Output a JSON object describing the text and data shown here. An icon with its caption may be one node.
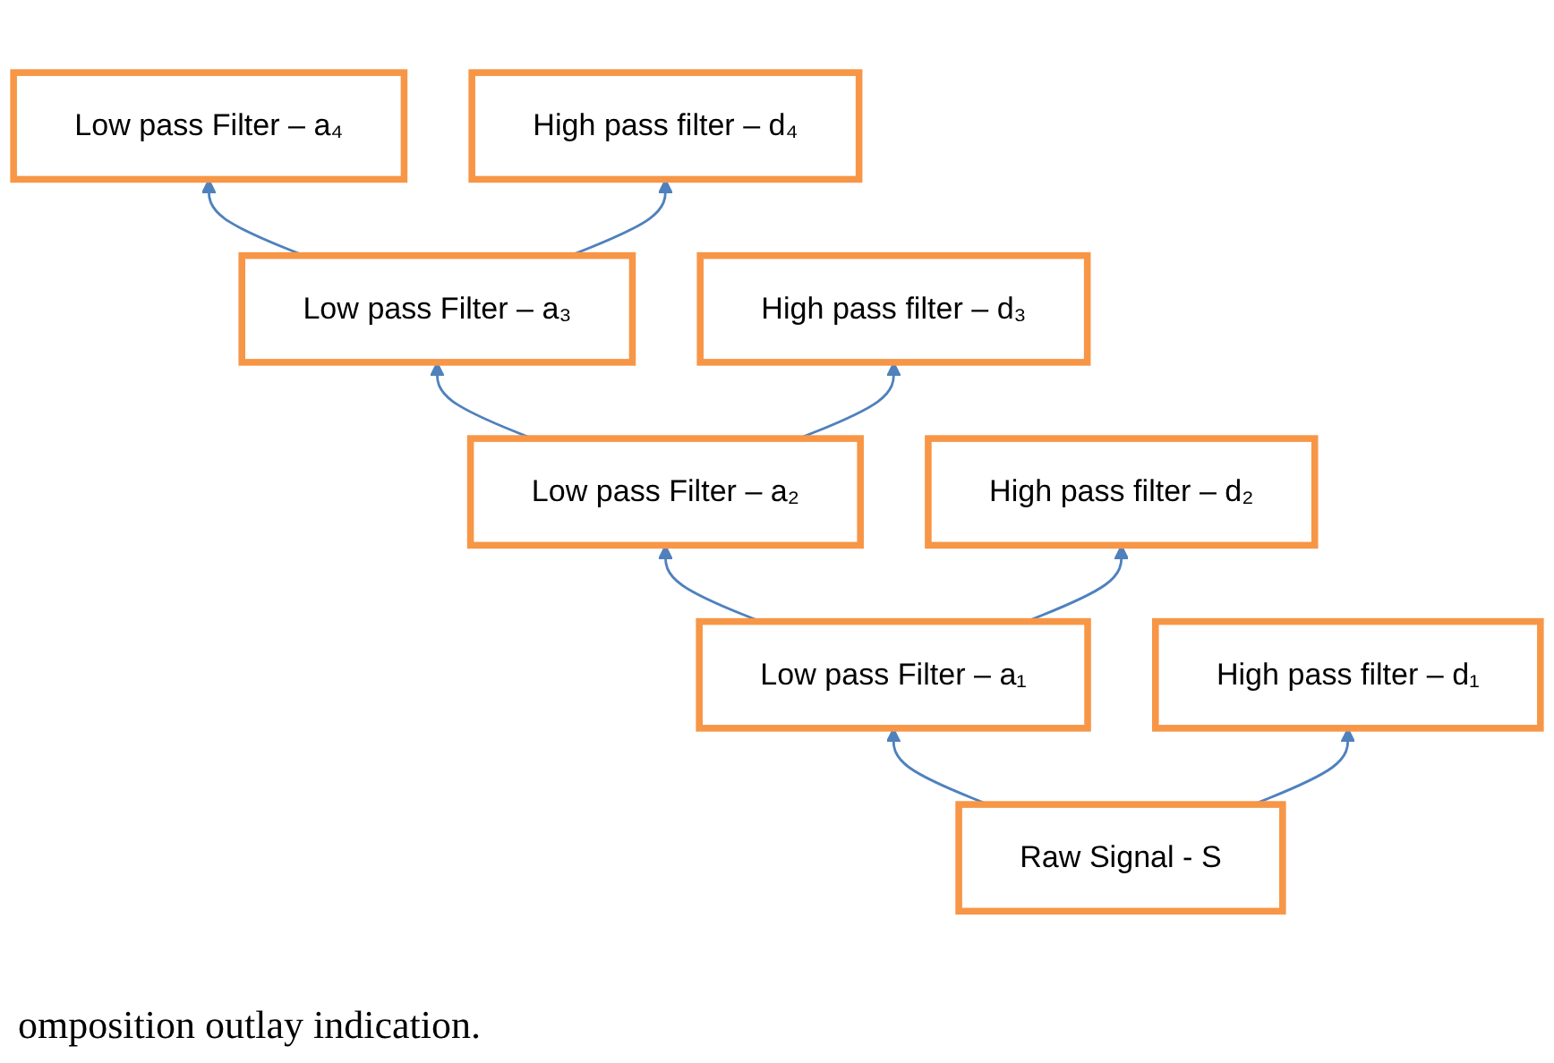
{
  "diagram": {
    "caption": "omposition outlay indication.",
    "nodes": [
      {
        "text": [
          "Low pass Filter – a₄"
        ]
      },
      {
        "text": [
          "High pass filter – d₄"
        ]
      },
      {
        "text": [
          "Low pass Filter – a₃"
        ]
      },
      {
        "text": [
          "High pass filter – d₃"
        ]
      },
      {
        "text": [
          "Low pass Filter – a₂"
        ]
      },
      {
        "text": [
          "High pass filter – d₂"
        ]
      },
      {
        "text": [
          "Low pass Filter – a₁"
        ]
      },
      {
        "text": [
          "High pass filter – d₁"
        ]
      },
      {
        "text": [
          "Raw Signal - S"
        ]
      }
    ],
    "edges": [
      {
        "from": 8,
        "to": 6,
        "arrow": "to"
      },
      {
        "from": 8,
        "to": 7,
        "arrow": "to"
      },
      {
        "from": 6,
        "to": 4,
        "arrow": "to"
      },
      {
        "from": 6,
        "to": 5,
        "arrow": "to"
      },
      {
        "from": 4,
        "to": 2,
        "arrow": "to"
      },
      {
        "from": 4,
        "to": 3,
        "arrow": "to"
      },
      {
        "from": 2,
        "to": 0,
        "arrow": "to"
      },
      {
        "from": 2,
        "to": 1,
        "arrow": "to"
      }
    ]
  }
}
